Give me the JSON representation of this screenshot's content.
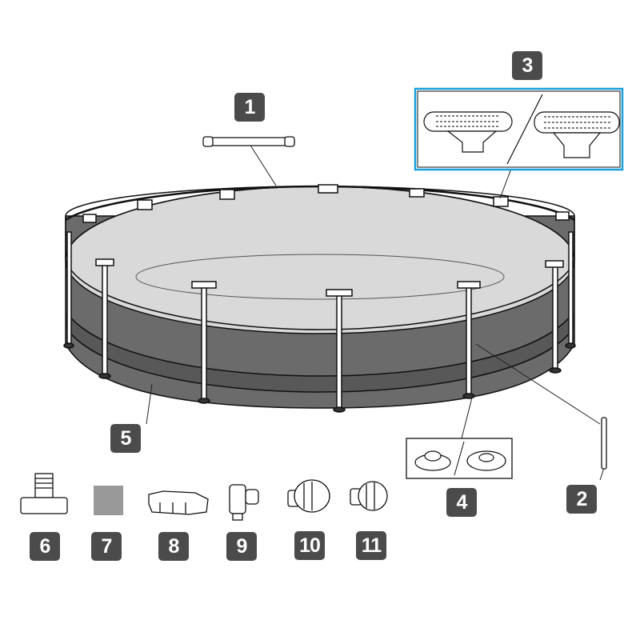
{
  "labels": {
    "part1": "1",
    "part2": "2",
    "part3": "3",
    "part4": "4",
    "part5": "5",
    "part6": "6",
    "part7": "7",
    "part8": "8",
    "part9": "9",
    "part10": "10",
    "part11": "11"
  },
  "colors": {
    "badge": "#4b4b4b",
    "pool_wall": "#6b6b6b",
    "pool_floor": "#d9d9d9",
    "frame_box_border": "#1aa0dc",
    "patch": "#999999"
  }
}
